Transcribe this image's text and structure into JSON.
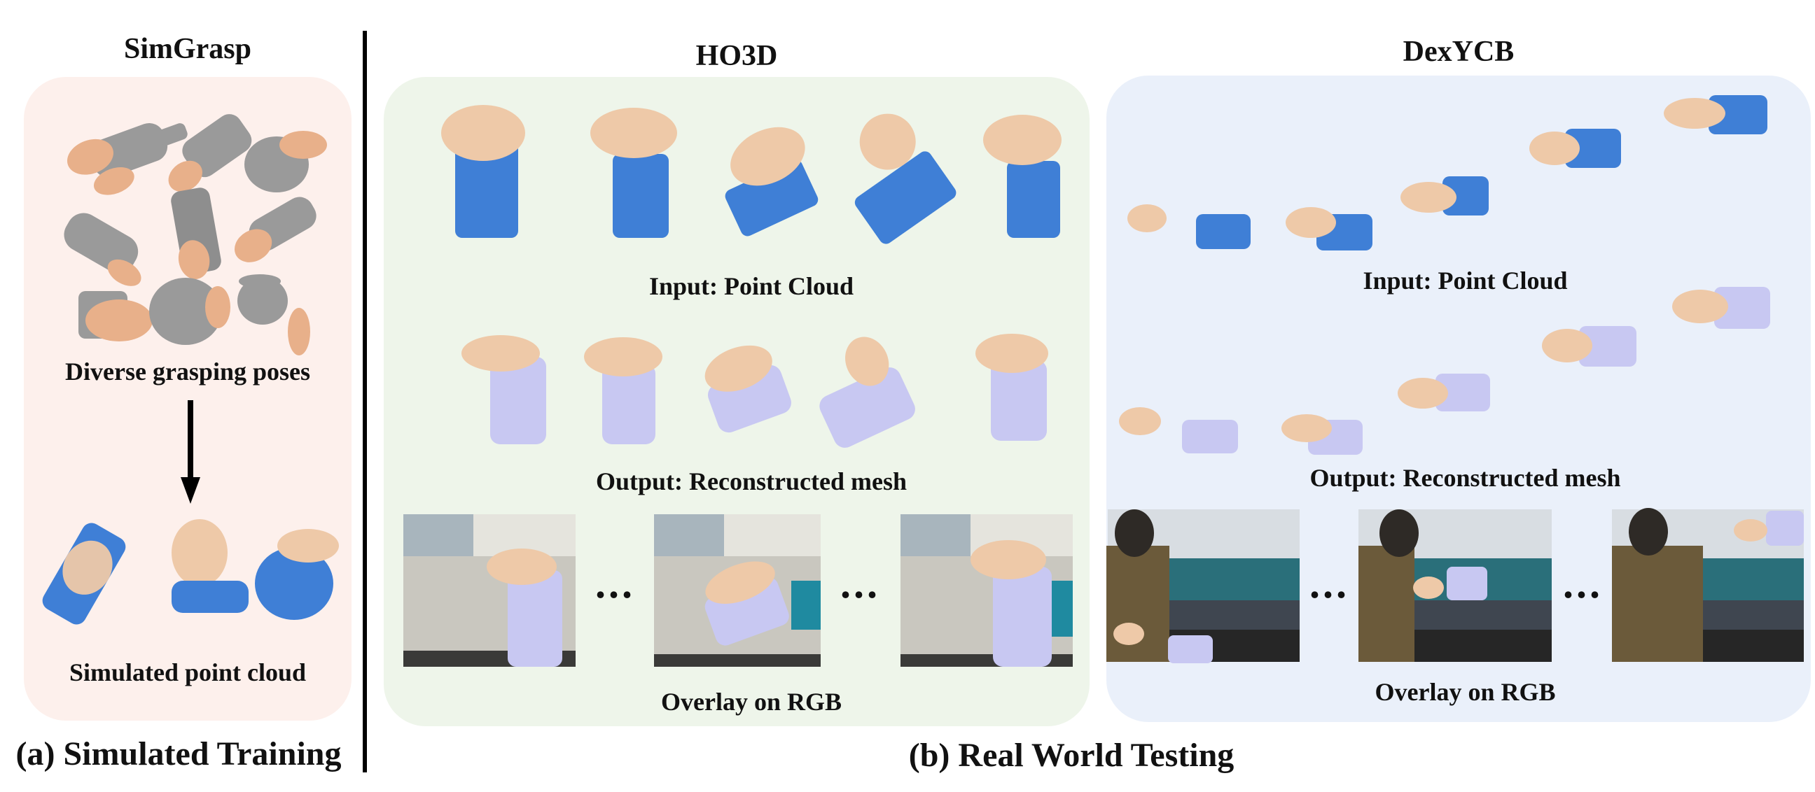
{
  "simgrasp": {
    "title": "SimGrasp",
    "poses_label": "Diverse grasping poses",
    "cloud_label": "Simulated point cloud",
    "caption": "(a) Simulated Training"
  },
  "ho3d": {
    "title": "HO3D",
    "input_label": "Input: Point Cloud",
    "output_label": "Output: Reconstructed mesh",
    "overlay_label": "Overlay on RGB",
    "ellipsis": "..."
  },
  "dexycb": {
    "title": "DexYCB",
    "input_label": "Input: Point Cloud",
    "output_label": "Output: Reconstructed mesh",
    "overlay_label": "Overlay on RGB",
    "ellipsis": "..."
  },
  "real_caption": "(b) Real World Testing",
  "colors": {
    "simgrasp_panel": "#fdf0ec",
    "ho3d_panel": "#eef5ea",
    "dexycb_panel": "#eaf0fa",
    "point_cloud": "#3f7fd6",
    "mesh": "#c8c8f2",
    "hand": "#eec9a8",
    "sim_object": "#9a9a9a"
  }
}
